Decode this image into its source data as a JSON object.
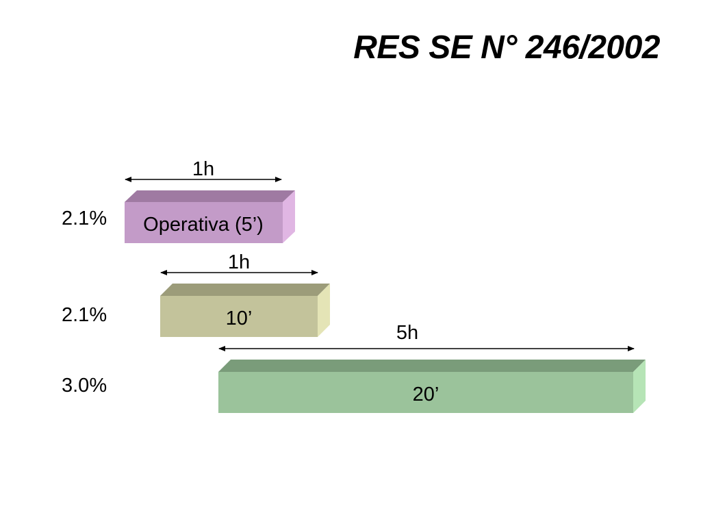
{
  "title": "RES SE N° 246/2002",
  "rows": [
    {
      "percent": "2.1%",
      "duration": "1h",
      "bar_label": "Operativa (5’)",
      "colors": {
        "front": "#c39bc8",
        "top": "#9f7aa2",
        "side": "#e0b6e3"
      }
    },
    {
      "percent": "2.1%",
      "duration": "1h",
      "bar_label": "10’",
      "colors": {
        "front": "#c3c39b",
        "top": "#9c9c7a",
        "side": "#e4e4b6"
      }
    },
    {
      "percent": "3.0%",
      "duration": "5h",
      "bar_label": "20’",
      "colors": {
        "front": "#9bc39b",
        "top": "#7a9c7a",
        "side": "#b6e4b6"
      }
    }
  ]
}
